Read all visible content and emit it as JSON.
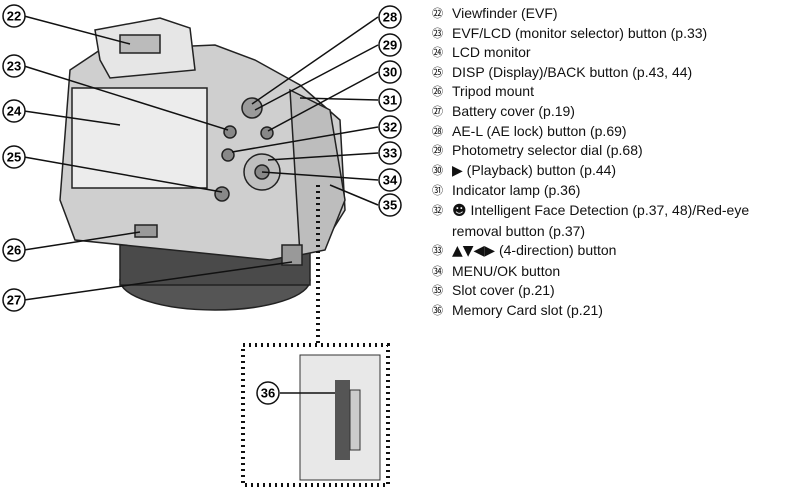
{
  "legend": [
    {
      "num": "㉒",
      "text": "Viewfinder (EVF)"
    },
    {
      "num": "㉓",
      "text": "EVF/LCD (monitor selector) button (p.33)"
    },
    {
      "num": "㉔",
      "text": "LCD monitor"
    },
    {
      "num": "㉕",
      "text": "DISP (Display)/BACK button (p.43, 44)"
    },
    {
      "num": "㉖",
      "text": "Tripod mount"
    },
    {
      "num": "㉗",
      "text": "Battery cover (p.19)"
    },
    {
      "num": "㉘",
      "text": "AE-L (AE lock) button (p.69)"
    },
    {
      "num": "㉙",
      "text": "Photometry selector dial (p.68)"
    },
    {
      "num": "㉚",
      "glyph": "▶",
      "glyph_icon": "playback-icon",
      "text": "(Playback) button (p.44)"
    },
    {
      "num": "㉛",
      "text": "Indicator lamp (p.36)"
    },
    {
      "num": "㉜",
      "glyph": "☻",
      "glyph_icon": "face-detection-icon",
      "text": "Intelligent Face Detection (p.37, 48)/Red-eye removal button (p.37)"
    },
    {
      "num": "㉝",
      "glyph": "▲▼◀▶",
      "glyph_icon": "four-direction-icon",
      "text": "(4-direction) button"
    },
    {
      "num": "㉞",
      "text": "MENU/OK button"
    },
    {
      "num": "㉟",
      "text": "Slot cover (p.21)"
    },
    {
      "num": "㊱",
      "text": "Memory Card slot (p.21)"
    }
  ],
  "callouts": {
    "c22": "22",
    "c23": "23",
    "c24": "24",
    "c25": "25",
    "c26": "26",
    "c27": "27",
    "c28": "28",
    "c29": "29",
    "c30": "30",
    "c31": "31",
    "c32": "32",
    "c33": "33",
    "c34": "34",
    "c35": "35",
    "c36": "36"
  }
}
